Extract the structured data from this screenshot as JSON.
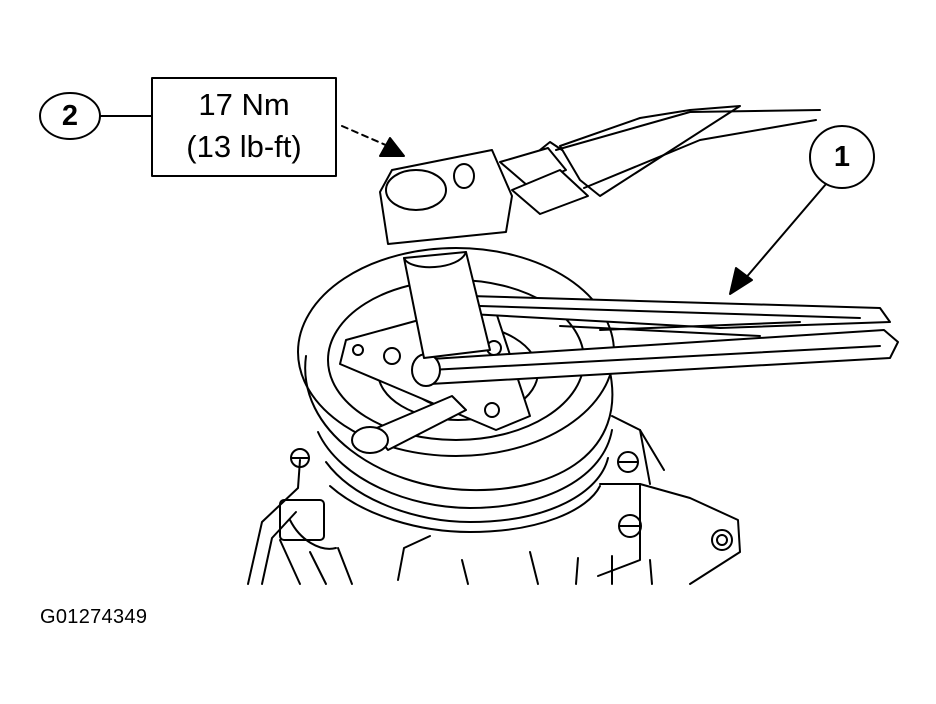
{
  "callouts": {
    "torque": {
      "number": "2",
      "spec_nm": "17 Nm",
      "spec_lbft": "(13 lb-ft)"
    },
    "holder": {
      "number": "1"
    }
  },
  "figure_id": "G01274349",
  "colors": {
    "line": "#000000",
    "paper": "#ffffff"
  }
}
